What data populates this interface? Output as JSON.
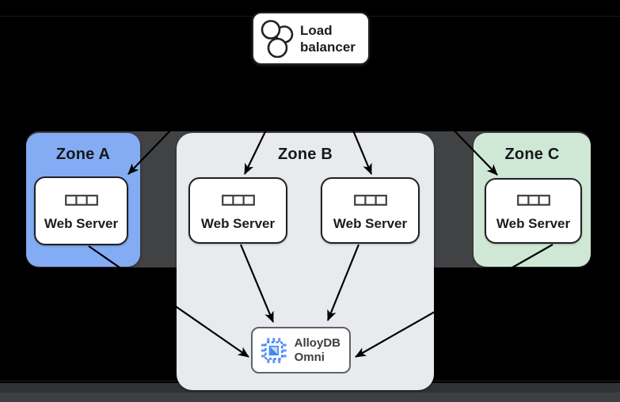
{
  "diagram": {
    "load_balancer": {
      "label": "Load balancer"
    },
    "zones": [
      {
        "label": "Zone A",
        "color": "#84ACF4",
        "servers": [
          {
            "label": "Web Server"
          }
        ]
      },
      {
        "label": "Zone B",
        "color": "#E8EAED",
        "servers": [
          {
            "label": "Web Server"
          },
          {
            "label": "Web Server"
          }
        ]
      },
      {
        "label": "Zone C",
        "color": "#CFE8D6",
        "servers": [
          {
            "label": "Web Server"
          }
        ]
      }
    ],
    "database": {
      "label": "AlloyDB Omni",
      "icon_color": "#4285F4"
    },
    "edges": [
      {
        "from": "load-balancer",
        "to": "zone-a-web-server"
      },
      {
        "from": "load-balancer",
        "to": "zone-b-web-server-1"
      },
      {
        "from": "load-balancer",
        "to": "zone-b-web-server-2"
      },
      {
        "from": "load-balancer",
        "to": "zone-c-web-server"
      },
      {
        "from": "zone-a-web-server",
        "to": "alloydb-omni"
      },
      {
        "from": "zone-b-web-server-1",
        "to": "alloydb-omni"
      },
      {
        "from": "zone-b-web-server-2",
        "to": "alloydb-omni"
      },
      {
        "from": "zone-c-web-server",
        "to": "alloydb-omni"
      }
    ],
    "colors": {
      "background": "#000000",
      "zone_row_panel": "#404244",
      "bottom_band": "#3C4043",
      "arrow": "#000000",
      "node_border": "#202124",
      "db_border": "#5F6368",
      "db_text": "#3C4043"
    }
  }
}
